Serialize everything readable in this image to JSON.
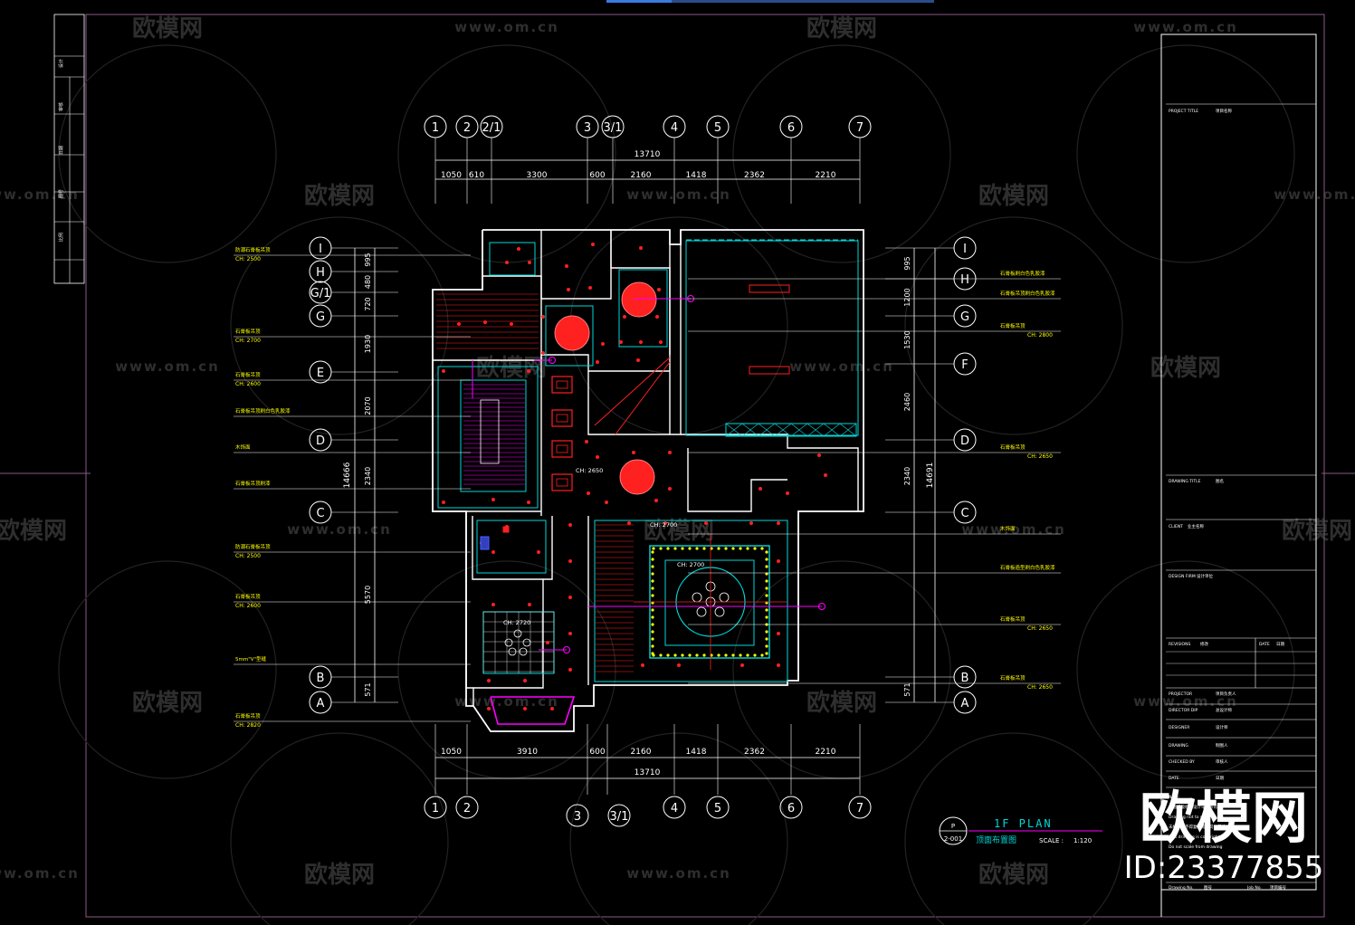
{
  "colors": {
    "background": "#000000",
    "frame": "#8a5a8a",
    "wall": "#ffffff",
    "cyan": "#00d8d8",
    "red": "#ff2020",
    "yellow": "#ffff00",
    "magenta": "#ff00ff",
    "watermark": "#555555"
  },
  "grid": {
    "top_columns": [
      "1",
      "2",
      "2/1",
      "3",
      "3/1",
      "4",
      "5",
      "6",
      "7"
    ],
    "bottom_columns": [
      "1",
      "2",
      "3",
      "3/1",
      "4",
      "5",
      "6",
      "7"
    ],
    "left_rows": [
      "I",
      "H",
      "G/1",
      "G",
      "E",
      "D",
      "C",
      "B",
      "A"
    ],
    "right_rows": [
      "I",
      "H",
      "G",
      "F",
      "D",
      "C",
      "B",
      "A"
    ]
  },
  "dimensions": {
    "top_total": "13710",
    "top_segments": [
      "1050",
      "610",
      "3300",
      "600",
      "2160",
      "1418",
      "2362",
      "2210"
    ],
    "bottom_total": "13710",
    "bottom_segments": [
      "1050",
      "3910",
      "600",
      "2160",
      "1418",
      "2362",
      "2210"
    ],
    "left_total": "14666",
    "left_segments": [
      "995",
      "480",
      "720",
      "1930",
      "2070",
      "2340",
      "5570",
      "571"
    ],
    "right_total": "14691",
    "right_segments": [
      "995",
      "1200",
      "1530",
      "2460",
      "2340",
      "571"
    ]
  },
  "left_notes": [
    {
      "label": "防潮石膏板吊顶",
      "ch": "CH: 2500"
    },
    {
      "label": "石膏板吊顶",
      "ch": "CH: 2700"
    },
    {
      "label": "石膏板吊顶",
      "ch": "CH: 2600"
    },
    {
      "label": "石膏板吊顶刷白色乳胶漆",
      "ch": ""
    },
    {
      "label": "木饰面",
      "ch": ""
    },
    {
      "label": "石膏板吊顶刷漆",
      "ch": ""
    },
    {
      "label": "防潮石膏板吊顶",
      "ch": "CH: 2500"
    },
    {
      "label": "石膏板吊顶",
      "ch": "CH: 2600"
    },
    {
      "label": "5mm\"V\"型缝",
      "ch": ""
    },
    {
      "label": "石膏板吊顶",
      "ch": "CH: 2820"
    }
  ],
  "right_notes": [
    {
      "label": "石膏板刷白色乳胶漆",
      "ch": ""
    },
    {
      "label": "石膏板吊顶刷白色乳胶漆",
      "ch": ""
    },
    {
      "label": "石膏板吊顶",
      "ch": "CH: 2800"
    },
    {
      "label": "石膏板吊顶",
      "ch": "CH: 2650"
    },
    {
      "label": "木饰面",
      "ch": ""
    },
    {
      "label": "石膏板造型刷白色乳胶漆",
      "ch": ""
    },
    {
      "label": "石膏板吊顶",
      "ch": "CH: 2650"
    },
    {
      "label": "石膏板吊顶",
      "ch": "CH: 2650"
    }
  ],
  "ceiling_heights": {
    "kitchen_ch": "CH: 2650",
    "living_ch": "CH: 2700",
    "living_inner_ch": "CH: 2700",
    "dining_ch": "CH: 2720"
  },
  "title_block": {
    "project_title_label": "PROJECT TITLE",
    "project_title_value": "项目名称",
    "drawing_title_label": "DRAWING TITLE",
    "drawing_title_value": "图名",
    "client_label": "CLIENT",
    "client_value": "业主名称",
    "design_firm_label": "DESIGN FIRM",
    "design_firm_value": "设计单位",
    "revisions_label": "REVISIONS",
    "revisions_value": "修改",
    "date_label": "DATE",
    "date_value": "日期",
    "rows": [
      {
        "label": "PROJECTOR",
        "value": "项目负责人"
      },
      {
        "label": "DIRECTOR DIP",
        "value": "总设计师"
      },
      {
        "label": "DESIGNER",
        "value": "设计师"
      },
      {
        "label": "DRAWING",
        "value": "制图人"
      },
      {
        "label": "CHECKED BY",
        "value": "审核人"
      },
      {
        "label": "DATE",
        "value": "日期"
      }
    ],
    "notes_lines": [
      "Note:",
      "本图纸版权归设计单位所有",
      "Drawing not to scale",
      "未经许可不得复制或作其他用途",
      "This drawing is copyright",
      "Do not scale from drawing"
    ],
    "drawing_no_label": "Drawing No.",
    "drawing_no_value": "图号",
    "job_no_label": "Job No.",
    "job_no_value": "项目编号"
  },
  "plan_title": {
    "bubble_top": "P",
    "bubble_bottom": "2-001",
    "title_en": "1F PLAN",
    "title_cn": "顶面布置图",
    "scale_label": "SCALE :",
    "scale_value": "1:120"
  },
  "left_strip": {
    "labels": [
      "设计",
      "审核",
      "日期",
      "图号",
      "比例"
    ]
  },
  "watermark": {
    "logo_text": "欧模网",
    "site_text": "www.om.cn",
    "id_text": "ID:23377855"
  }
}
